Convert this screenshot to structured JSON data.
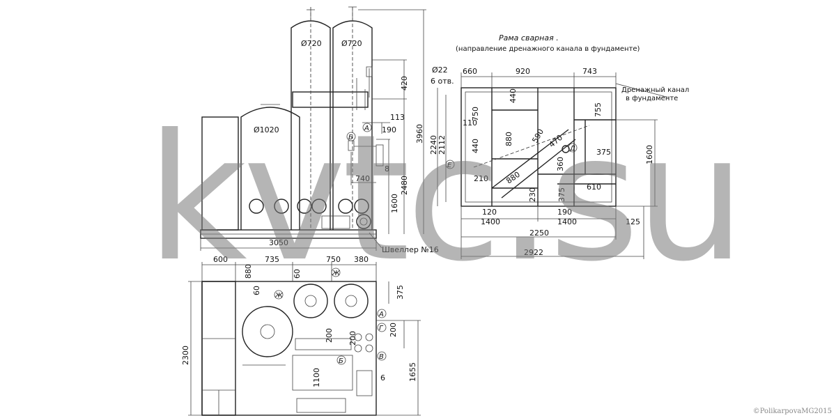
{
  "frame": {
    "title": "Рама сварная .",
    "subtitle": "(направление дренажного канала в фундаменте)",
    "drain_note_line1": "Дренажный канал",
    "drain_note_line2": "в фундаменте"
  },
  "labels": {
    "channel": "Швеллер №16",
    "holes": "6 отв."
  },
  "dims_side": {
    "d720a": "Ø720",
    "d720b": "Ø720",
    "d1020": "Ø1020",
    "d420": "420",
    "d113": "113",
    "d190": "190",
    "d3960": "3960",
    "d8": "8",
    "d740": "740",
    "d2480": "2480",
    "d1600": "1600",
    "d3050": "3050"
  },
  "dims_frame": {
    "d22": "Ø22",
    "d660": "660",
    "d920": "920",
    "d743": "743",
    "d440": "440",
    "d750": "750",
    "d755": "755",
    "d110": "110",
    "d2240": "2240",
    "d2112": "2112",
    "d880a": "880",
    "d590": "590",
    "d470": "470",
    "d440b": "440",
    "d375": "375",
    "d360": "360",
    "d1600": "1600",
    "d880b": "880",
    "d210": "210",
    "d230": "230",
    "d610": "610",
    "d375b": "375",
    "d120": "120",
    "d190": "190",
    "d1400a": "1400",
    "d1400b": "1400",
    "d125": "125",
    "d2250": "2250",
    "d2922": "2922"
  },
  "dims_plan": {
    "d600": "600",
    "d880": "880",
    "d735": "735",
    "d750": "750",
    "d380": "380",
    "d60a": "60",
    "d60b": "60",
    "d375": "375",
    "d2300": "2300",
    "d200a": "200",
    "d200b": "200",
    "d200c": "200",
    "d1655": "1655",
    "d1100": "1100",
    "d6": "6"
  },
  "markers": {
    "A": "А",
    "B": "Б",
    "V": "В",
    "G": "Г",
    "D": "Д",
    "E": "Е",
    "Zh": "Ж"
  },
  "watermark": "kvtc.su",
  "copyright": "©PolikarpovaMG2015"
}
